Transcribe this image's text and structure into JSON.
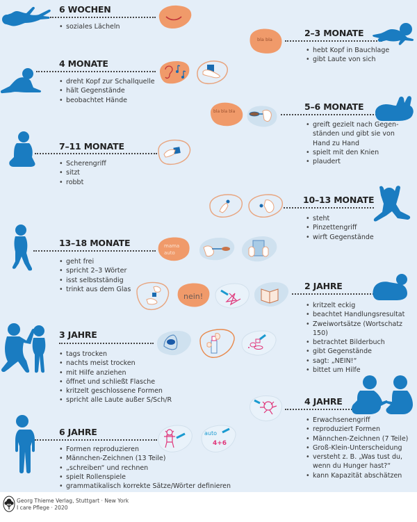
{
  "colors": {
    "background": "#e4eef8",
    "silhouette": "#1a7cc1",
    "blob_orange": "#f09a6a",
    "blob_outline": "#e8a47e",
    "blob_light": "#cfe1ef",
    "drawing_pink": "#e0367a",
    "text": "#333333"
  },
  "stages": [
    {
      "id": "6-wochen",
      "title": "6 WOCHEN",
      "items": [
        "soziales Lächeln"
      ],
      "side": "left"
    },
    {
      "id": "2-3-monate",
      "title": "2–3 MONATE",
      "items": [
        "hebt Kopf in Bauchlage",
        "gibt Laute von sich"
      ],
      "side": "right"
    },
    {
      "id": "4-monate",
      "title": "4 MONATE",
      "items": [
        "dreht Kopf zur Schallquelle",
        "hält Gegenstände",
        "beobachtet Hände"
      ],
      "side": "left"
    },
    {
      "id": "5-6-monate",
      "title": "5–6 MONATE",
      "items": [
        "greift gezielt nach Gegen-",
        "ständen und gibt sie von",
        "Hand zu Hand",
        "spielt mit den Knien",
        "plaudert"
      ],
      "bullets": [
        true,
        false,
        false,
        true,
        true
      ],
      "side": "right"
    },
    {
      "id": "7-11-monate",
      "title": "7–11 MONATE",
      "items": [
        "Scherengriff",
        "sitzt",
        "robbt"
      ],
      "side": "left"
    },
    {
      "id": "10-13-monate",
      "title": "10–13 MONATE",
      "items": [
        "steht",
        "Pinzettengriff",
        "wirft Gegenstände"
      ],
      "side": "right"
    },
    {
      "id": "13-18-monate",
      "title": "13–18 MONATE",
      "items": [
        "geht frei",
        "spricht 2–3 Wörter",
        "isst selbstständig",
        "trinkt aus dem Glas"
      ],
      "side": "left"
    },
    {
      "id": "2-jahre",
      "title": "2 JAHRE",
      "items": [
        "kritzelt eckig",
        "beachtet Handlungsresultat",
        "Zweiwortsätze (Wortschatz 150)",
        "betrachtet Bilderbuch",
        "gibt Gegenstände",
        "sagt: „NEIN!“",
        "bittet um Hilfe"
      ],
      "side": "right"
    },
    {
      "id": "3-jahre",
      "title": "3 JAHRE",
      "items": [
        "tags trocken",
        "nachts meist trocken",
        "mit Hilfe anziehen",
        "öffnet und schließt Flasche",
        "kritzelt geschlossene Formen",
        "spricht alle Laute außer S/Sch/R"
      ],
      "side": "left"
    },
    {
      "id": "4-jahre",
      "title": "4 JAHRE",
      "items": [
        "Erwachsenengriff",
        "reproduziert Formen",
        "Männchen-Zeichnen (7 Teile)",
        "Groß-Klein-Unterscheidung",
        "versteht z. B. „Was tust du,",
        "wenn du Hunger hast?“",
        "kann Kapazität abschätzen"
      ],
      "bullets": [
        true,
        true,
        true,
        true,
        true,
        false,
        true
      ],
      "side": "right"
    },
    {
      "id": "6-jahre",
      "title": "6 JAHRE",
      "items": [
        "Formen reproduzieren",
        "Männchen-Zeichnen (13 Teile)",
        "„schreiben“ und rechnen",
        "spielt Rollenspiele",
        "grammatikalisch korrekte Sätze/Wörter definieren"
      ],
      "side": "left"
    }
  ],
  "bubbles": {
    "bla2": "bla bla",
    "bla3": "bla bla bla",
    "mama": "mama",
    "auto": "auto",
    "nein": "nein!",
    "auto6": "auto",
    "math6": "4+6"
  },
  "footer": {
    "line1": "Georg Thieme Verlag, Stuttgart · New York",
    "line2": "I care Pflege · 2020"
  }
}
